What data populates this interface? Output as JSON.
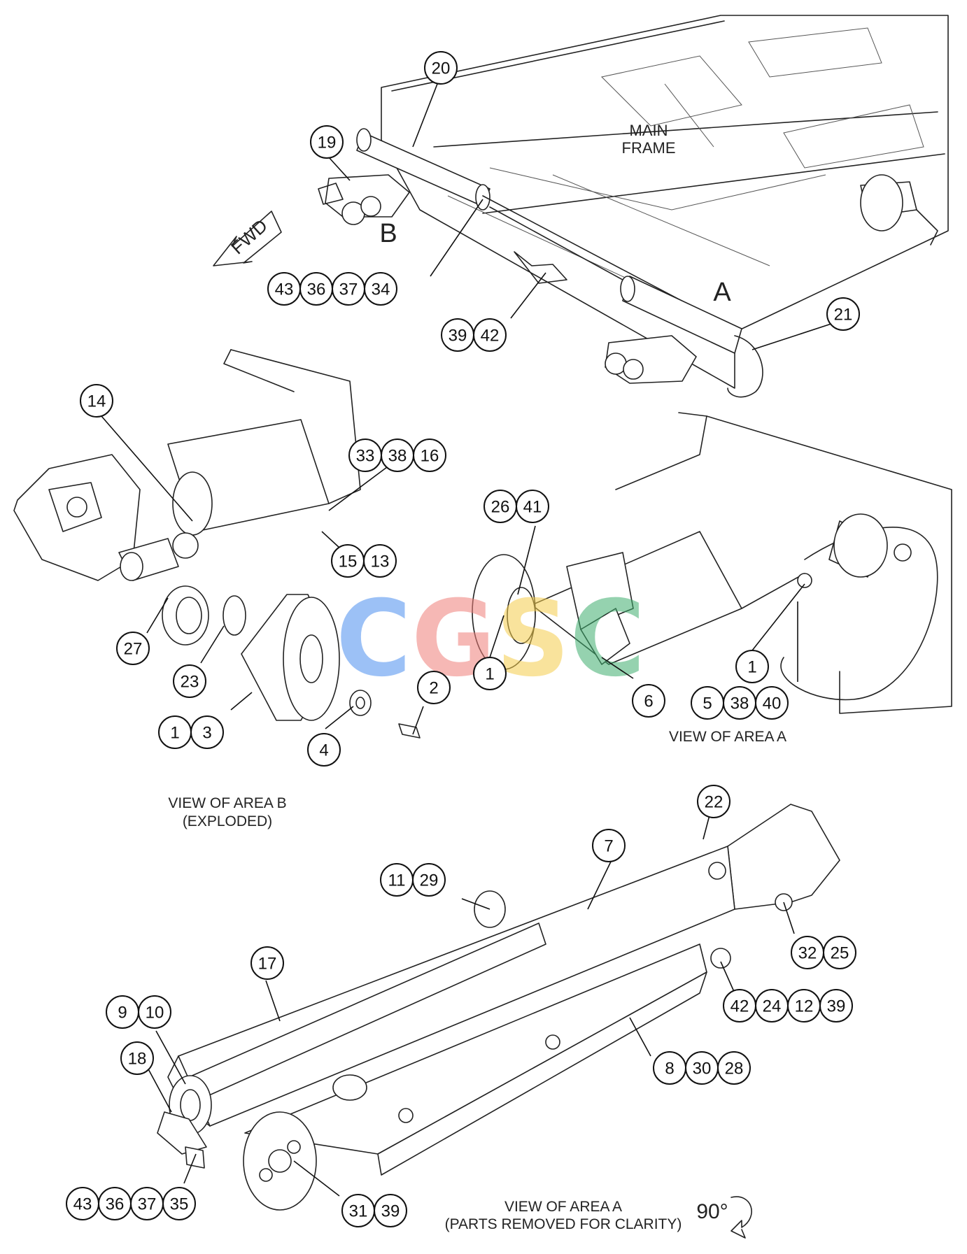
{
  "diagram": {
    "labels": {
      "main_frame_line1": "MAIN",
      "main_frame_line2": "FRAME",
      "fwd": "FWD",
      "area_b_marker": "B",
      "area_a_marker": "A",
      "view_area_b_line1": "VIEW OF AREA B",
      "view_area_b_line2": "(EXPLODED)",
      "view_area_a": "VIEW OF AREA A",
      "view_area_a2_line1": "VIEW OF AREA A",
      "view_area_a2_line2": "(PARTS REMOVED FOR CLARITY)",
      "rotation": "90°"
    },
    "watermark": {
      "text": "CGSC",
      "colors": [
        "#4d8ff0",
        "#f07f7a",
        "#f5cd4c",
        "#3fae6e"
      ]
    },
    "callouts": [
      {
        "id": "c20",
        "numbers": [
          "20"
        ]
      },
      {
        "id": "c19",
        "numbers": [
          "19"
        ]
      },
      {
        "id": "c43-36-37-34",
        "numbers": [
          "43",
          "36",
          "37",
          "34"
        ]
      },
      {
        "id": "c39-42",
        "numbers": [
          "39",
          "42"
        ]
      },
      {
        "id": "c21",
        "numbers": [
          "21"
        ]
      },
      {
        "id": "c14",
        "numbers": [
          "14"
        ]
      },
      {
        "id": "c33-38-16",
        "numbers": [
          "33",
          "38",
          "16"
        ]
      },
      {
        "id": "c15-13",
        "numbers": [
          "15",
          "13"
        ]
      },
      {
        "id": "c27",
        "numbers": [
          "27"
        ]
      },
      {
        "id": "c23",
        "numbers": [
          "23"
        ]
      },
      {
        "id": "c1-3",
        "numbers": [
          "1",
          "3"
        ]
      },
      {
        "id": "c4",
        "numbers": [
          "4"
        ]
      },
      {
        "id": "c2",
        "numbers": [
          "2"
        ]
      },
      {
        "id": "c26-41",
        "numbers": [
          "26",
          "41"
        ]
      },
      {
        "id": "c1a",
        "numbers": [
          "1"
        ]
      },
      {
        "id": "c6",
        "numbers": [
          "6"
        ]
      },
      {
        "id": "c1b",
        "numbers": [
          "1"
        ]
      },
      {
        "id": "c5-38-40",
        "numbers": [
          "5",
          "38",
          "40"
        ]
      },
      {
        "id": "c22",
        "numbers": [
          "22"
        ]
      },
      {
        "id": "c7",
        "numbers": [
          "7"
        ]
      },
      {
        "id": "c11-29",
        "numbers": [
          "11",
          "29"
        ]
      },
      {
        "id": "c32-25",
        "numbers": [
          "32",
          "25"
        ]
      },
      {
        "id": "c42-24-12-39",
        "numbers": [
          "42",
          "24",
          "12",
          "39"
        ]
      },
      {
        "id": "c17",
        "numbers": [
          "17"
        ]
      },
      {
        "id": "c9-10",
        "numbers": [
          "9",
          "10"
        ]
      },
      {
        "id": "c18",
        "numbers": [
          "18"
        ]
      },
      {
        "id": "c8-30-28",
        "numbers": [
          "8",
          "30",
          "28"
        ]
      },
      {
        "id": "c43-36-37-35",
        "numbers": [
          "43",
          "36",
          "37",
          "35"
        ]
      },
      {
        "id": "c31-39",
        "numbers": [
          "31",
          "39"
        ]
      }
    ]
  }
}
